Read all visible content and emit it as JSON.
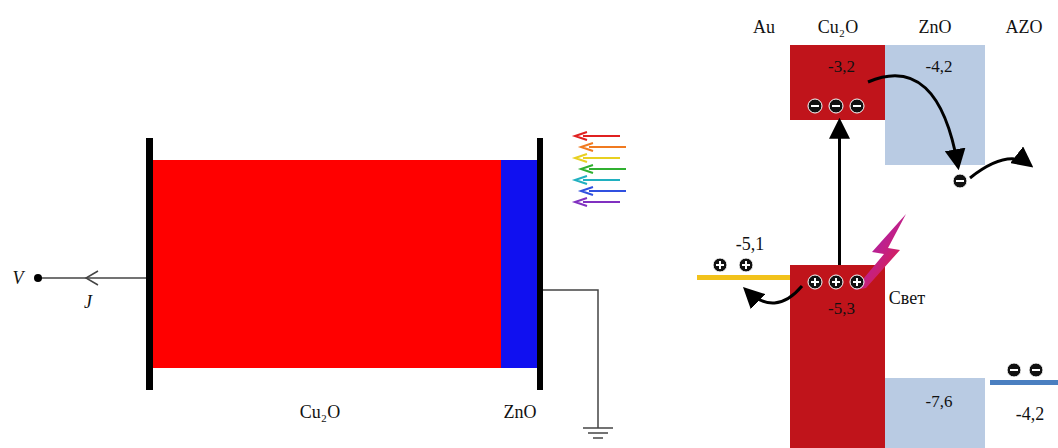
{
  "diagram": {
    "nodes": [
      {
        "text": [
          "-3,2"
        ]
      },
      {
        "text": [
          "-4,2"
        ]
      },
      {
        "text": [
          "-5,3"
        ]
      },
      {
        "text": [
          "-7,6"
        ]
      }
    ],
    "edges": [
      {
        "from": 2,
        "to": 0,
        "arrow": "to"
      }
    ],
    "labels": [
      "V",
      "J",
      "Cu₂O",
      "ZnO",
      "Au",
      "Cu₂O",
      "ZnO",
      "AZO",
      "-5,1",
      "-4,2",
      "Свет"
    ]
  }
}
